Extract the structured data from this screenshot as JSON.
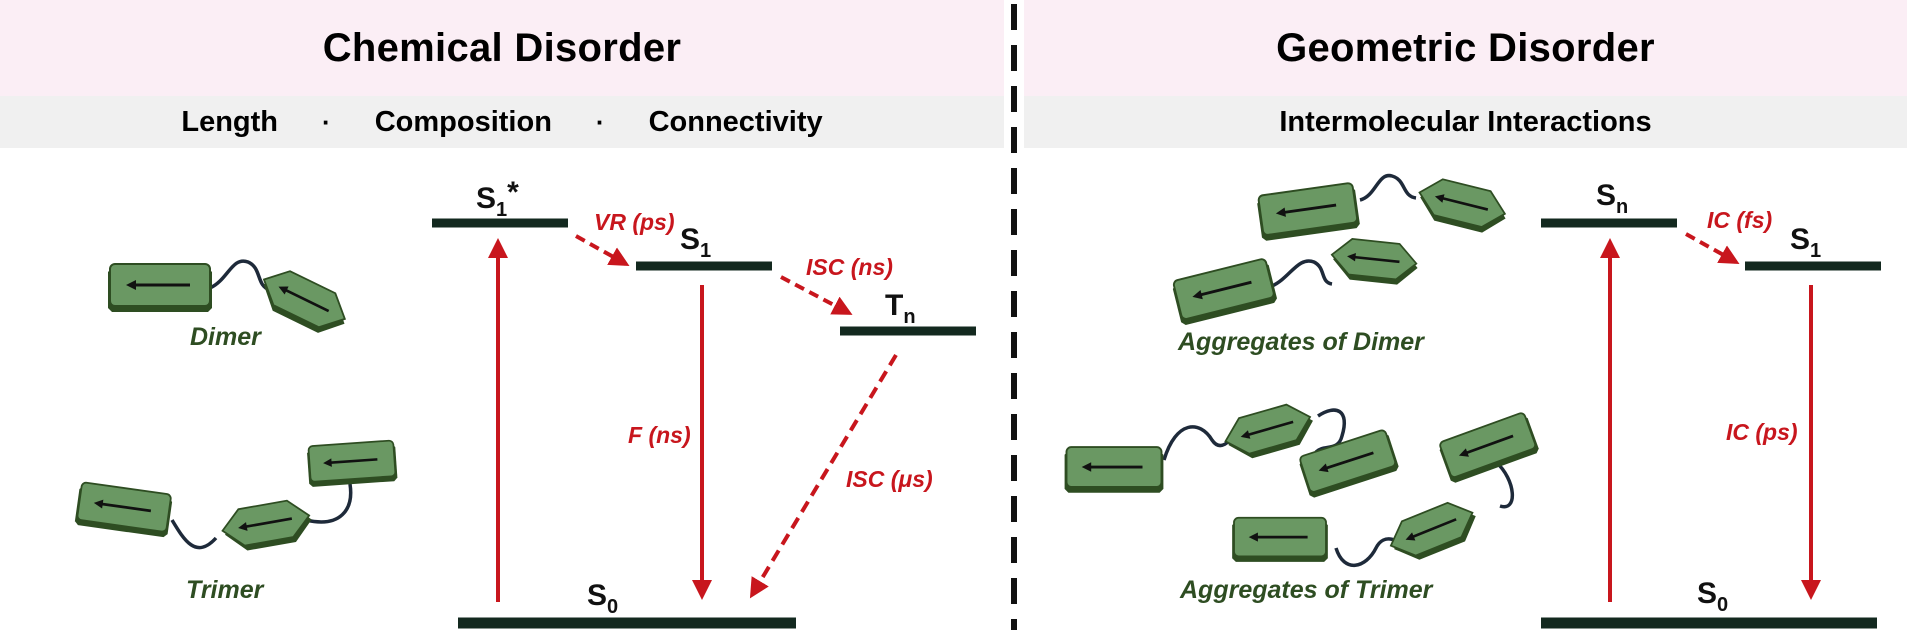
{
  "left": {
    "title": "Chemical Disorder",
    "subtitle_items": [
      "Length",
      "Composition",
      "Connectivity"
    ],
    "separator": "·",
    "levels": {
      "s1_star": {
        "base": "S",
        "sub": "1",
        "suffix": "*"
      },
      "s1": {
        "base": "S",
        "sub": "1"
      },
      "tn": {
        "base": "T",
        "sub": "n"
      },
      "s0": {
        "base": "S",
        "sub": "0"
      }
    },
    "processes": {
      "vr": "VR (ps)",
      "isc_ns": "ISC (ns)",
      "f": "F (ns)",
      "isc_us": "ISC (μs)"
    },
    "molecules": {
      "dimer": "Dimer",
      "trimer": "Trimer"
    }
  },
  "right": {
    "title": "Geometric Disorder",
    "subtitle": "Intermolecular Interactions",
    "levels": {
      "sn": {
        "base": "S",
        "sub": "n"
      },
      "s1": {
        "base": "S",
        "sub": "1"
      },
      "s0": {
        "base": "S",
        "sub": "0"
      }
    },
    "processes": {
      "ic_fs": "IC (fs)",
      "ic_ps": "IC (ps)"
    },
    "molecules": {
      "agg_dimer": "Aggregates of Dimer",
      "agg_trimer": "Aggregates of Trimer"
    }
  },
  "colors": {
    "title_band": "#fbeef5",
    "subtitle_band": "#f0f0f0",
    "level_line": "#13291f",
    "arrow": "#c8161d",
    "molecule_fill": "#5f8b5a",
    "molecule_dark": "#2e4d22",
    "linker": "#1e2a3a"
  }
}
